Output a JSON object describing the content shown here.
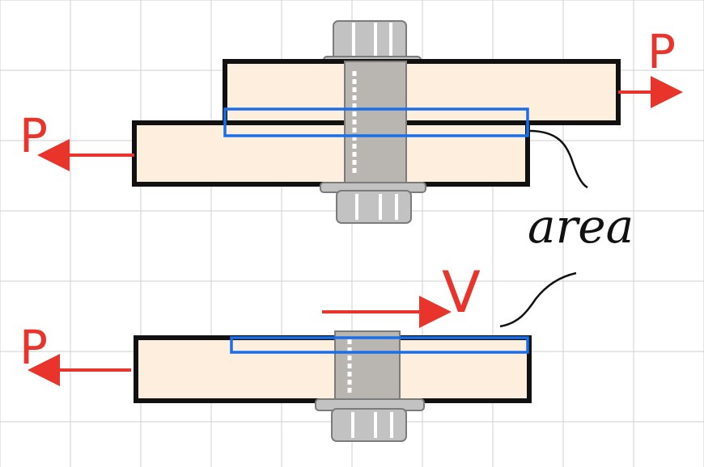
{
  "labels": {
    "force_top_right": "P",
    "force_top_left": "P",
    "force_bottom_left": "P",
    "shear_force": "V",
    "area_label": "area"
  },
  "colors": {
    "plate_fill": "#fdeedd",
    "plate_stroke": "#111111",
    "bolt_fill": "#b9b6b2",
    "bolt_stroke": "#7b7b7b",
    "nut_fill": "#c2c2c2",
    "shear_plane": "#1a6fe8",
    "force_arrow": "#e8342a",
    "annotation_ink": "#111111",
    "grid": "#cfcfcf",
    "background": "#ffffff"
  },
  "icons": {
    "bolt": "bolt-with-nut",
    "force": "arrow-right"
  }
}
